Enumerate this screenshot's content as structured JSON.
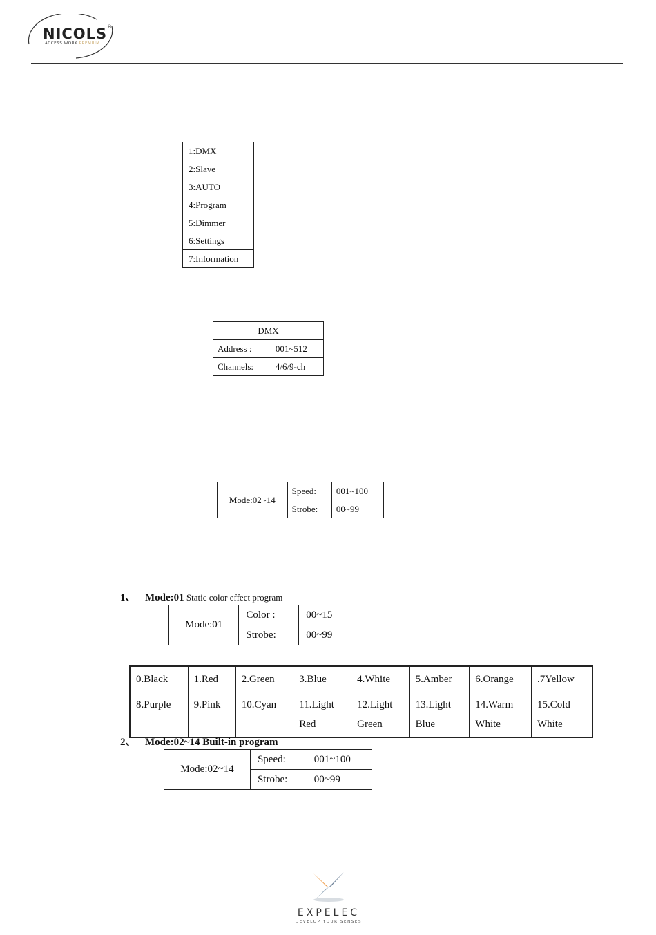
{
  "header": {
    "logo_name": "NICOLS",
    "logo_registered": "®",
    "logo_tagline_main": "ACCESS WORK ",
    "logo_tagline_premium": "PREMIUM"
  },
  "menu": {
    "items": [
      "1:DMX",
      "2:Slave",
      "3:AUTO",
      "4:Program",
      "5:Dimmer",
      "6:Settings",
      "7:Information"
    ]
  },
  "dmx_table": {
    "title": "DMX",
    "address_label": "Address :",
    "address_value": "001~512",
    "channels_label": "Channels:",
    "channels_value": "4/6/9-ch"
  },
  "auto_table": {
    "mode": "Mode:02~14",
    "speed_label": "Speed:",
    "speed_value": "001~100",
    "strobe_label": "Strobe:",
    "strobe_value": "00~99"
  },
  "section1": {
    "number": "1、",
    "title": "Mode:01",
    "description": " Static color effect program",
    "table": {
      "mode": "Mode:01",
      "color_label": "Color :",
      "color_value": "00~15",
      "strobe_label": "Strobe:",
      "strobe_value": "00~99"
    }
  },
  "color_table": {
    "row1": [
      "0.Black",
      "1.Red",
      "2.Green",
      "3.Blue",
      "4.White",
      "5.Amber",
      "6.Orange",
      ".7Yellow"
    ],
    "row2_line1": [
      "8.Purple",
      "9.Pink",
      "10.Cyan",
      "11.Light",
      "12.Light",
      "13.Light",
      "14.Warm",
      "15.Cold"
    ],
    "row2_line2": [
      "",
      "",
      "",
      "Red",
      "Green",
      "Blue",
      "White",
      "White"
    ]
  },
  "section2": {
    "number": "2、",
    "title": "Mode:02~14 Built-in program",
    "table": {
      "mode": "Mode:02~14",
      "speed_label": "Speed:",
      "speed_value": "001~100",
      "strobe_label": "Strobe:",
      "strobe_value": "00~99"
    }
  },
  "footer": {
    "brand": "EXPELEC",
    "slogan": "DEVELOP YOUR SENSES"
  }
}
